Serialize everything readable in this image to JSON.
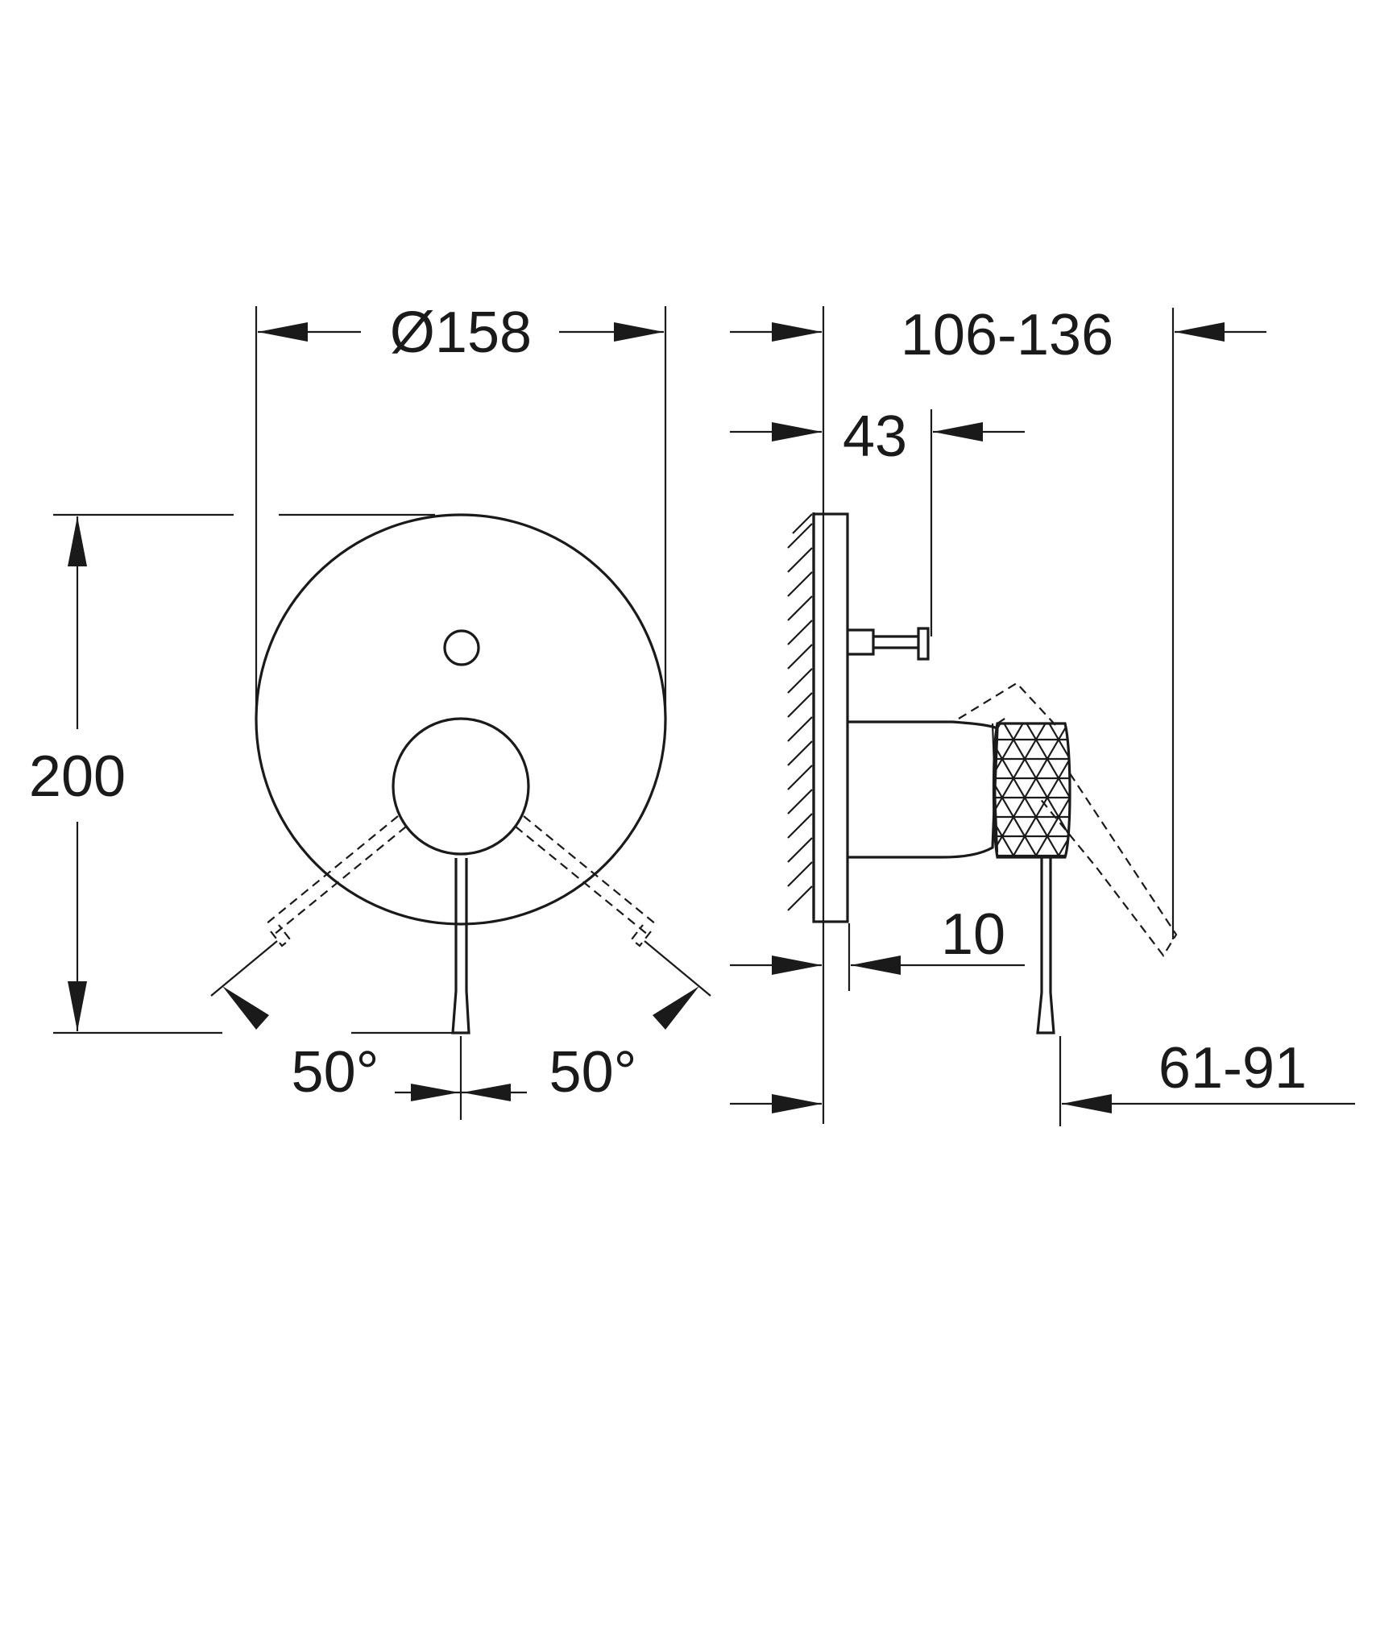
{
  "dimensions": {
    "diameter": "Ø158",
    "height": "200",
    "depth_range": "106-136",
    "diverter_depth": "43",
    "plate_thickness": "10",
    "lever_range": "61-91",
    "angle_left": "50°",
    "angle_right": "50°"
  },
  "colors": {
    "line": "#1a1a1a",
    "background": "#ffffff"
  }
}
